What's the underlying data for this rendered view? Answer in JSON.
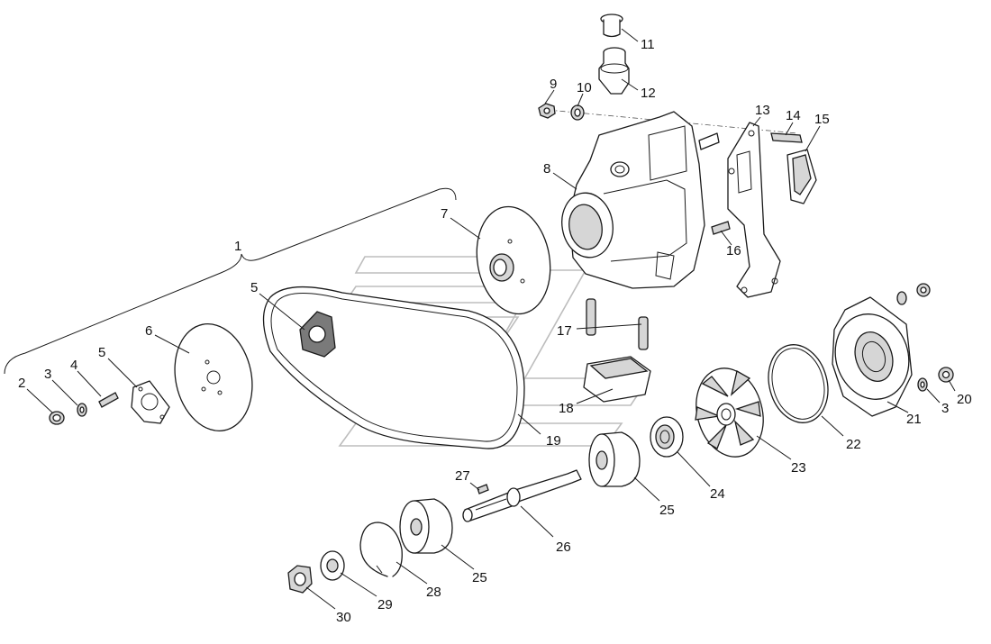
{
  "labels": {
    "n1": "1",
    "n2": "2",
    "n3a": "3",
    "n3b": "3",
    "n4": "4",
    "n5a": "5",
    "n5b": "5",
    "n6": "6",
    "n7": "7",
    "n8": "8",
    "n9": "9",
    "n10": "10",
    "n11": "11",
    "n12": "12",
    "n13": "13",
    "n14": "14",
    "n15": "15",
    "n16": "16",
    "n17": "17",
    "n18": "18",
    "n19": "19",
    "n20": "20",
    "n21": "21",
    "n22": "22",
    "n23": "23",
    "n24": "24",
    "n25a": "25",
    "n25b": "25",
    "n26": "26",
    "n27": "27",
    "n28": "28",
    "n29": "29",
    "n30": "30"
  }
}
